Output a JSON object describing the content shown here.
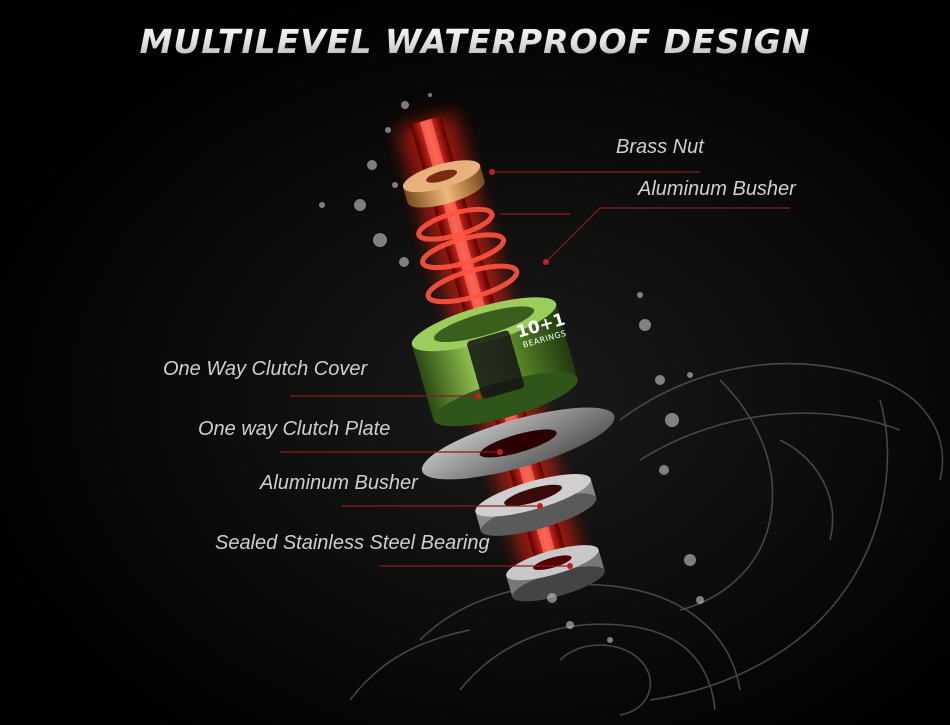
{
  "title": "MULTILEVEL WATERPROOF DESIGN",
  "labels": {
    "brass_nut": "Brass Nut",
    "aluminum_busher_top": "Aluminum Busher",
    "one_way_clutch_cover": "One Way Clutch Cover",
    "one_way_clutch_plate": "One way Clutch Plate",
    "aluminum_busher_bottom": "Aluminum Busher",
    "sealed_bearing": "Sealed Stainless Steel Bearing"
  },
  "badge": {
    "number": "10+1",
    "text": "BEARINGS"
  },
  "colors": {
    "background": "#000000",
    "glow_red": "#ff2a1a",
    "cover_green": "#6f9a3a",
    "brass": "#d99a5a",
    "leader_line": "#8a1e1e",
    "label_text": "#cfcfcf"
  }
}
